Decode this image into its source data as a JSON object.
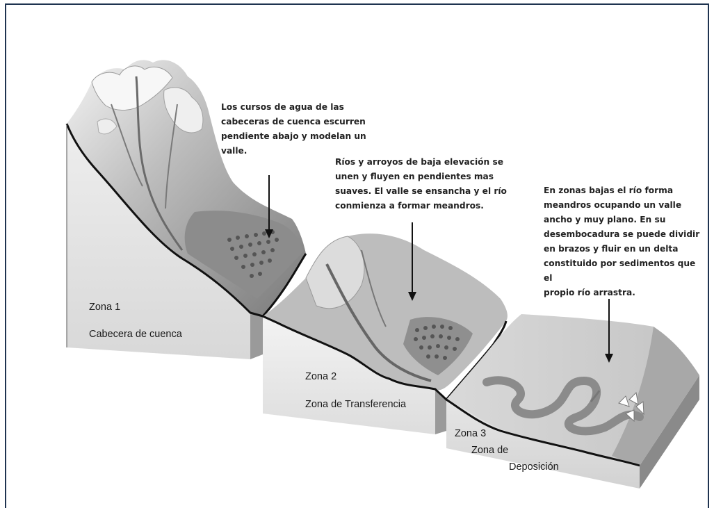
{
  "notes": {
    "zone1": [
      "Los cursos de agua de las",
      "cabeceras de cuenca escurren",
      "pendiente abajo y modelan un",
      "valle."
    ],
    "zone2": [
      "Ríos y arroyos de baja elevación se",
      "unen y fluyen en pendientes mas",
      "suaves. El valle se ensancha y el río",
      "conmienza a formar meandros."
    ],
    "zone3": [
      "En zonas bajas el río forma",
      "meandros ocupando un valle",
      "ancho y muy plano. En su",
      "desembocadura se puede dividir",
      "en brazos y fluir en un delta",
      "constituido por sedimentos que el",
      "propio río arrastra."
    ]
  },
  "zones": {
    "z1_number": "Zona 1",
    "z1_name": "Cabecera de cuenca",
    "z2_number": "Zona 2",
    "z2_name": "Zona de Transferencia",
    "z3_number": "Zona 3",
    "z3_name_line1": "Zona de",
    "z3_name_line2": "Deposición"
  },
  "colors": {
    "frame": "#1f3350",
    "ink": "#111111"
  }
}
